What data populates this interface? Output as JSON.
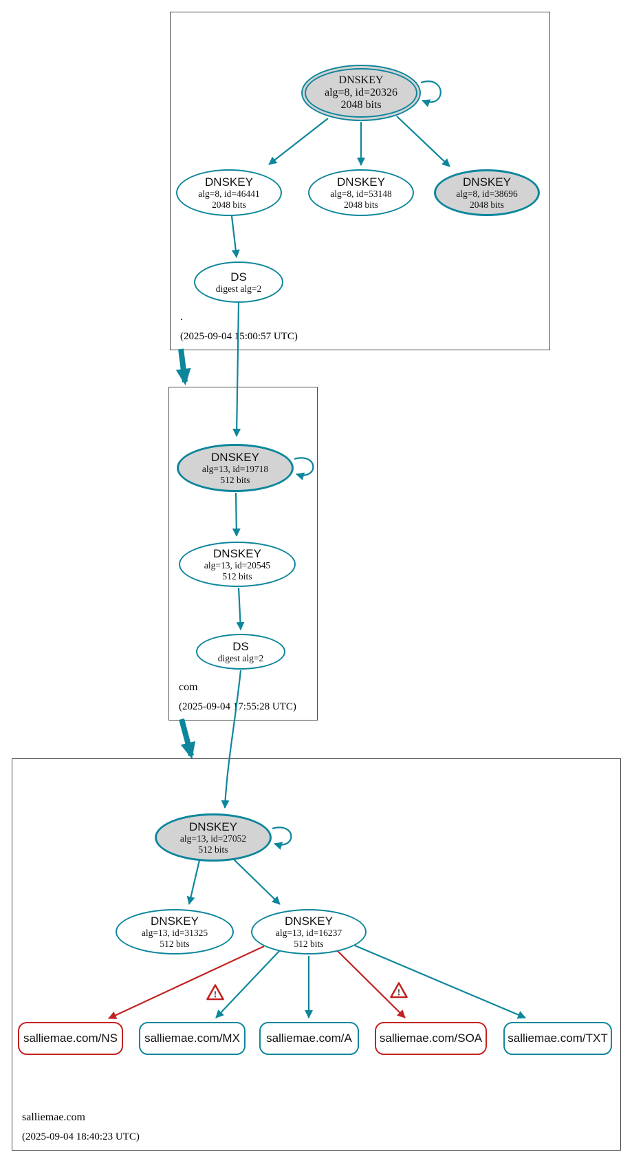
{
  "diagram_type": "DNSSEC authentication chain (DNSViz)",
  "colors": {
    "secure_edge": "#0d869c",
    "error_edge": "#c32222",
    "sep_key_fill": "#d3d3d3",
    "zone_border": "#4a4a4a"
  },
  "zones": [
    {
      "name": ".",
      "timestamp": "(2025-09-04 15:00:57 UTC)",
      "nodes": {
        "ksk": {
          "title": "DNSKEY",
          "detail1": "alg=8, id=20326",
          "detail2": "2048 bits"
        },
        "key46441": {
          "title": "DNSKEY",
          "detail1": "alg=8, id=46441",
          "detail2": "2048 bits"
        },
        "key53148": {
          "title": "DNSKEY",
          "detail1": "alg=8, id=53148",
          "detail2": "2048 bits"
        },
        "key38696": {
          "title": "DNSKEY",
          "detail1": "alg=8, id=38696",
          "detail2": "2048 bits"
        },
        "ds": {
          "title": "DS",
          "detail1": "digest alg=2"
        }
      }
    },
    {
      "name": "com",
      "timestamp": "(2025-09-04 17:55:28 UTC)",
      "nodes": {
        "ksk": {
          "title": "DNSKEY",
          "detail1": "alg=13, id=19718",
          "detail2": "512 bits"
        },
        "zsk": {
          "title": "DNSKEY",
          "detail1": "alg=13, id=20545",
          "detail2": "512 bits"
        },
        "ds": {
          "title": "DS",
          "detail1": "digest alg=2"
        }
      }
    },
    {
      "name": "salliemae.com",
      "timestamp": "(2025-09-04 18:40:23 UTC)",
      "nodes": {
        "ksk": {
          "title": "DNSKEY",
          "detail1": "alg=13, id=27052",
          "detail2": "512 bits"
        },
        "key31325": {
          "title": "DNSKEY",
          "detail1": "alg=13, id=31325",
          "detail2": "512 bits"
        },
        "key16237": {
          "title": "DNSKEY",
          "detail1": "alg=13, id=16237",
          "detail2": "512 bits"
        },
        "rrsets": [
          {
            "label": "salliemae.com/NS",
            "status": "error"
          },
          {
            "label": "salliemae.com/MX",
            "status": "secure"
          },
          {
            "label": "salliemae.com/A",
            "status": "secure"
          },
          {
            "label": "salliemae.com/SOA",
            "status": "error"
          },
          {
            "label": "salliemae.com/TXT",
            "status": "secure"
          }
        ]
      }
    }
  ],
  "warnings": [
    {
      "symbol": "!",
      "attached_to": "edge to salliemae.com/NS"
    },
    {
      "symbol": "!",
      "attached_to": "edge to salliemae.com/SOA"
    }
  ]
}
